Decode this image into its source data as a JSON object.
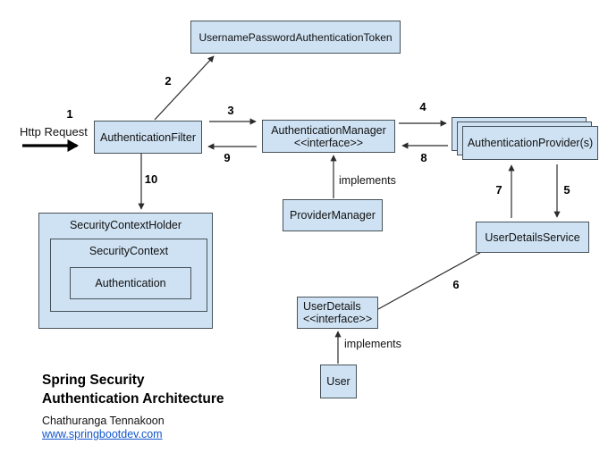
{
  "diagram": {
    "http_request_label": "Http Request",
    "nodes": {
      "token": {
        "label": "UsernamePasswordAuthenticationToken"
      },
      "filter": {
        "label": "AuthenticationFilter"
      },
      "manager": {
        "label": "AuthenticationManager",
        "stereotype": "<<interface>>"
      },
      "providers": {
        "label": "AuthenticationProvider(s)"
      },
      "provider_manager": {
        "label": "ProviderManager"
      },
      "user_details_service": {
        "label": "UserDetailsService"
      },
      "user_details": {
        "label": "UserDetails",
        "stereotype": "<<interface>>"
      },
      "user": {
        "label": "User"
      },
      "security_context_holder": {
        "label": "SecurityContextHolder"
      },
      "security_context": {
        "label": "SecurityContext"
      },
      "authentication": {
        "label": "Authentication"
      }
    },
    "edge_labels": {
      "e1": "1",
      "e2": "2",
      "e3": "3",
      "e4": "4",
      "e5": "5",
      "e6": "6",
      "e7": "7",
      "e8": "8",
      "e9": "9",
      "e10": "10",
      "implements_provider_manager": "implements",
      "implements_user": "implements"
    },
    "footer": {
      "title_line1": "Spring Security",
      "title_line2": "Authentication Architecture",
      "author": "Chathuranga Tennakoon",
      "website": "www.springbootdev.com"
    }
  },
  "colors": {
    "node_fill": "#cfe2f3",
    "node_border": "#46525a",
    "line_color": "#2b2b2b",
    "link_color": "#1155cc"
  }
}
